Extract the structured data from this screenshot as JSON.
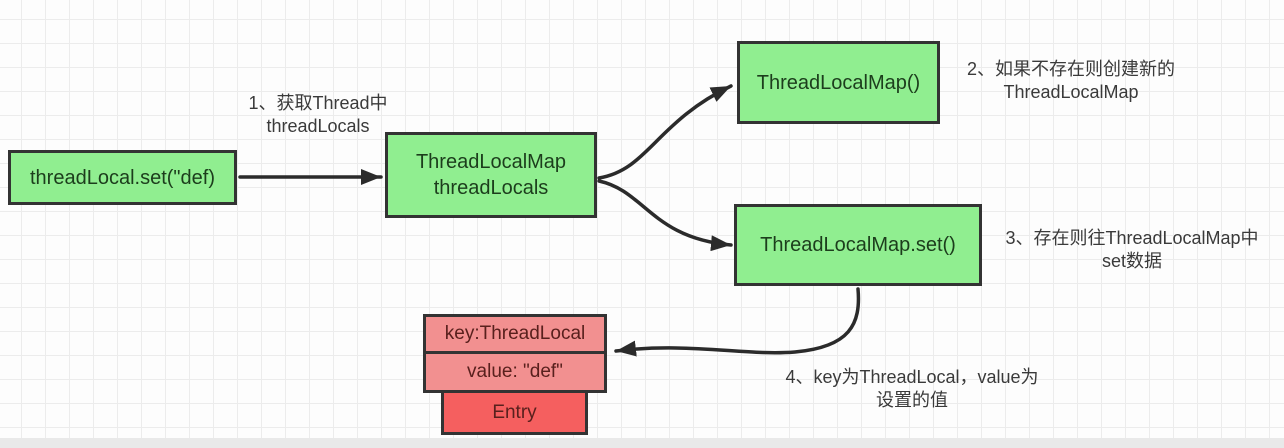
{
  "diagram": {
    "title_hint": "ThreadLocal set() flow diagram",
    "palette": {
      "node_green": "#90ee90",
      "node_border": "#333333",
      "entry_pink": "#f29090",
      "entry_red": "#f55f5f",
      "arrow": "#2b2b2b",
      "grid_line": "#ececec"
    },
    "nodes": {
      "thread_local_set": {
        "label": "threadLocal.set(\"def)"
      },
      "thread_local_map": {
        "line1": "ThreadLocalMap",
        "line2": "threadLocals"
      },
      "thread_local_map_new": {
        "label": "ThreadLocalMap()"
      },
      "thread_local_map_set": {
        "label": "ThreadLocalMap.set()"
      },
      "entry_key": {
        "label": "key:ThreadLocal"
      },
      "entry_value": {
        "label": "value: \"def\""
      },
      "entry": {
        "label": "Entry"
      }
    },
    "annotations": {
      "step1": {
        "line1": "1、获取Thread中",
        "line2": "threadLocals"
      },
      "step2": {
        "line1": "2、如果不存在则创建新的",
        "line2": "ThreadLocalMap"
      },
      "step3": {
        "line1": "3、存在则往ThreadLocalMap中",
        "line2": "set数据"
      },
      "step4": {
        "line1": "4、key为ThreadLocal，value为",
        "line2": "设置的值"
      }
    }
  }
}
